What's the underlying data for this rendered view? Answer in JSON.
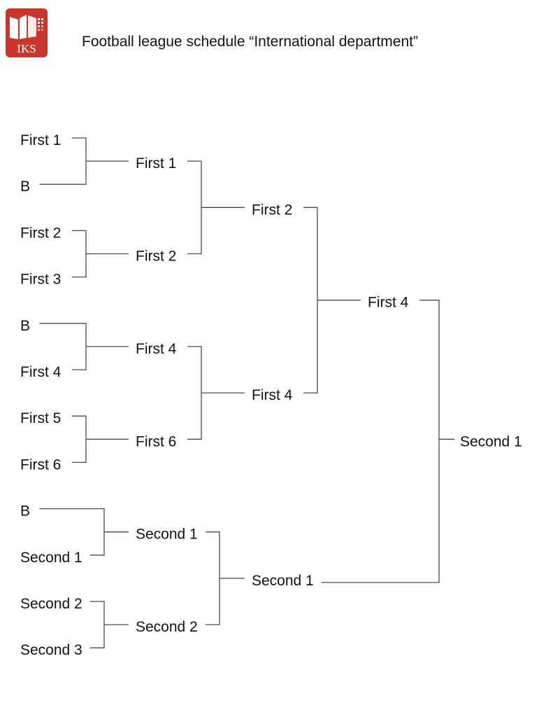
{
  "header": {
    "logo": {
      "text": "IKS",
      "colors": {
        "primary": "#c8362c",
        "secondary": "#ffffff"
      }
    },
    "title": "Football league schedule “International department”"
  },
  "bracket": {
    "rounds": [
      {
        "entries": [
          "First 1",
          "B",
          "First 2",
          "First 3",
          "B",
          "First 4",
          "First 5",
          "First 6",
          "B",
          "Second 1",
          "Second 2",
          "Second 3"
        ]
      },
      {
        "entries": [
          "First 1",
          "First 2",
          "First 4",
          "First 6",
          "Second 1",
          "Second 2"
        ]
      },
      {
        "entries": [
          "First 2",
          "First 4",
          "Second 1"
        ]
      },
      {
        "entries": [
          "First 4"
        ]
      },
      {
        "entries": [
          "Second 1"
        ]
      }
    ],
    "colors": {
      "line": "#4a4a4a",
      "text": "#111111"
    }
  }
}
